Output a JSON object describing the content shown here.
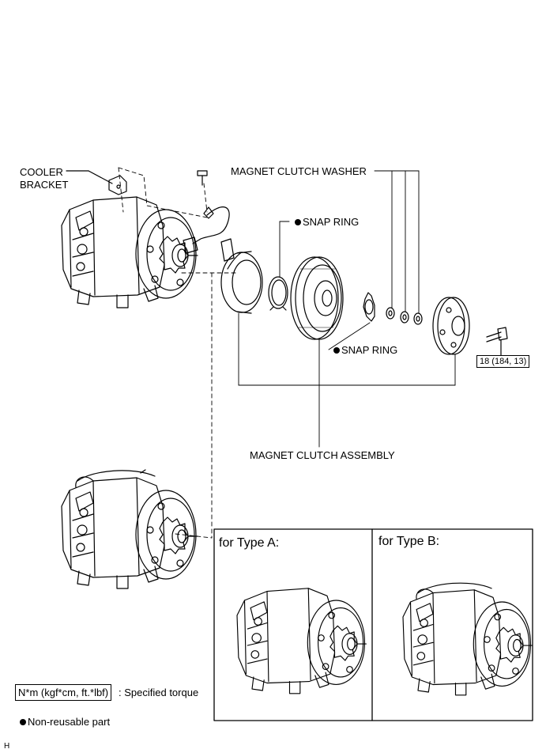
{
  "labels": {
    "cooler_bracket_line1": "COOLER",
    "cooler_bracket_line2": "BRACKET",
    "magnet_clutch_washer": "MAGNET CLUTCH WASHER",
    "snap_ring_upper": "SNAP RING",
    "snap_ring_lower": "SNAP RING",
    "magnet_clutch_assembly": "MAGNET CLUTCH ASSEMBLY",
    "torque_value": "18 (184, 13)"
  },
  "types": {
    "type_a": "for Type A:",
    "type_b": "for Type B:"
  },
  "legend": {
    "torque_key": "N*m (kgf*cm, ft.*lbf)",
    "torque_desc": ": Specified torque",
    "nonreusable": "Non-reusable part"
  },
  "corner_mark": "H"
}
